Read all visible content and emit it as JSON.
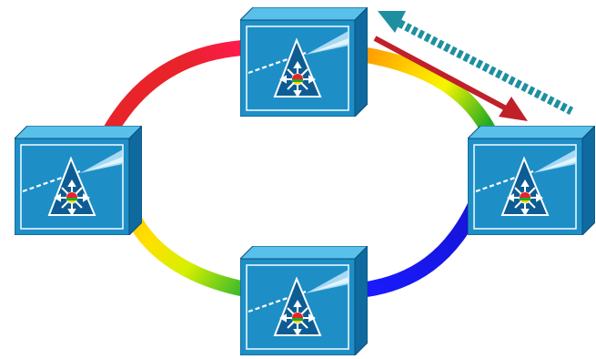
{
  "diagram": {
    "nodes": [
      {
        "id": "node-top",
        "icon": "optical-switch-icon"
      },
      {
        "id": "node-right",
        "icon": "optical-switch-icon"
      },
      {
        "id": "node-bottom",
        "icon": "optical-switch-icon"
      },
      {
        "id": "node-left",
        "icon": "optical-switch-icon"
      }
    ],
    "ring_segments": [
      {
        "from": "node-left",
        "to": "node-top",
        "colors": [
          "#e8232a",
          "#e8232a",
          "#ff1a50"
        ]
      },
      {
        "from": "node-top",
        "to": "node-right",
        "colors": [
          "#ff9a00",
          "#ffd400",
          "#f5f500",
          "#22aa22"
        ]
      },
      {
        "from": "node-right",
        "to": "node-bottom",
        "colors": [
          "#1515d8",
          "#1a1aff"
        ]
      },
      {
        "from": "node-bottom",
        "to": "node-left",
        "colors": [
          "#2fb52f",
          "#d6f000",
          "#ffe000",
          "#ffcc00"
        ]
      }
    ],
    "arrows": [
      {
        "name": "solid-arrow",
        "color": "#c0202a",
        "style": "solid",
        "direction": "top-to-right"
      },
      {
        "name": "dotted-arrow",
        "color": "#1e8fa0",
        "style": "dotted",
        "direction": "right-to-top"
      }
    ],
    "node_colors": {
      "front": "#1d8fc6",
      "side": "#0f6aa0",
      "top": "#59c0ea",
      "edge": "#0c4f78"
    }
  }
}
